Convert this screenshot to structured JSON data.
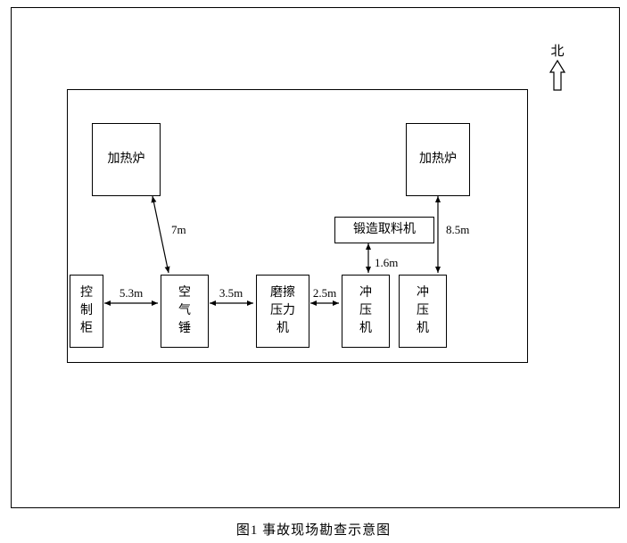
{
  "caption": "图1 事故现场勘查示意图",
  "compass": {
    "label": "北"
  },
  "equipment": {
    "furnace_left": {
      "label": "加热炉"
    },
    "furnace_right": {
      "label": "加热炉"
    },
    "forging_picker": {
      "label": "锻造取料机"
    },
    "control_cabinet": {
      "label": "控制柜"
    },
    "air_hammer": {
      "label": "空气锤"
    },
    "friction_press": {
      "label": "磨擦压力机"
    },
    "punch_press_1": {
      "label": "冲压机"
    },
    "punch_press_2": {
      "label": "冲压机"
    }
  },
  "distances": {
    "cabinet_to_hammer": {
      "label": "5.3m"
    },
    "hammer_to_press": {
      "label": "3.5m"
    },
    "press_to_punch": {
      "label": "2.5m"
    },
    "furnace_to_hammer": {
      "label": "7m"
    },
    "picker_to_punch": {
      "label": "1.6m"
    },
    "furnace_to_punch": {
      "label": "8.5m"
    }
  },
  "colors": {
    "line": "#000000",
    "background": "#ffffff",
    "text": "#000000"
  }
}
